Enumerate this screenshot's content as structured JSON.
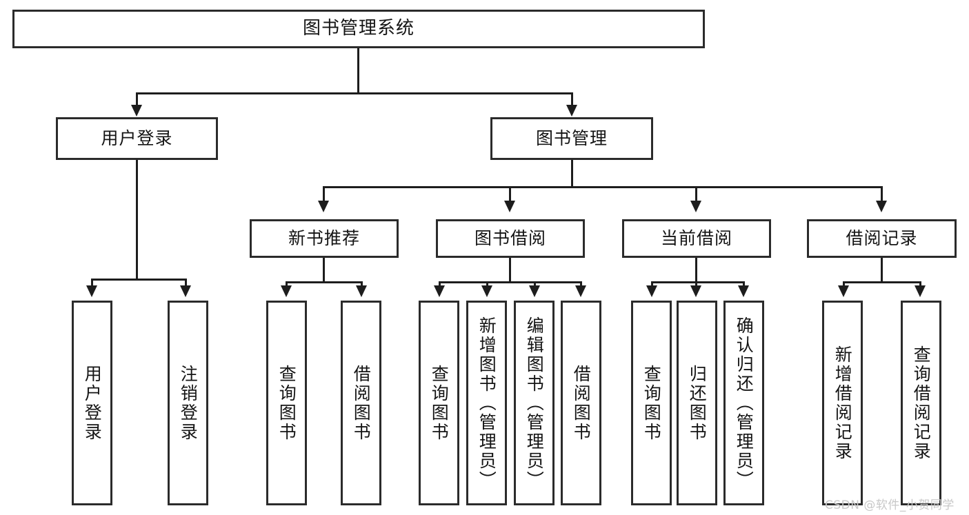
{
  "diagram": {
    "type": "tree-hierarchy",
    "title": "图书管理系统",
    "orientation": "top-down",
    "root": {
      "id": "root",
      "label": "图书管理系统"
    },
    "level2": [
      {
        "id": "user-login",
        "label": "用户登录"
      },
      {
        "id": "book-manage",
        "label": "图书管理"
      }
    ],
    "level3": [
      {
        "id": "new-book-recommend",
        "label": "新书推荐",
        "parent": "book-manage"
      },
      {
        "id": "book-borrow",
        "label": "图书借阅",
        "parent": "book-manage"
      },
      {
        "id": "current-borrow",
        "label": "当前借阅",
        "parent": "book-manage"
      },
      {
        "id": "borrow-record",
        "label": "借阅记录",
        "parent": "book-manage"
      }
    ],
    "leaves": {
      "user_login": [
        {
          "id": "leaf-user-login",
          "label": "用户登录"
        },
        {
          "id": "leaf-logout",
          "label": "注销登录"
        }
      ],
      "new_book_recommend": [
        {
          "id": "leaf-query-book-1",
          "label": "查询图书"
        },
        {
          "id": "leaf-borrow-book-1",
          "label": "借阅图书"
        }
      ],
      "book_borrow": [
        {
          "id": "leaf-query-book-2",
          "label": "查询图书"
        },
        {
          "id": "leaf-add-book",
          "label": "新增图书（管理员）"
        },
        {
          "id": "leaf-edit-book",
          "label": "编辑图书（管理员）"
        },
        {
          "id": "leaf-borrow-book-2",
          "label": "借阅图书"
        }
      ],
      "current_borrow": [
        {
          "id": "leaf-query-book-3",
          "label": "查询图书"
        },
        {
          "id": "leaf-return-book",
          "label": "归还图书"
        },
        {
          "id": "leaf-confirm-return",
          "label": "确认归还（管理员）"
        }
      ],
      "borrow_record": [
        {
          "id": "leaf-add-record",
          "label": "新增借阅记录"
        },
        {
          "id": "leaf-query-record",
          "label": "查询借阅记录"
        }
      ]
    }
  },
  "watermark": {
    "text": "CSDN @软件_小贺同学"
  },
  "colors": {
    "border": "#2b2b2b",
    "line": "#1d1d1d",
    "text": "#141414",
    "background": "#ffffff",
    "watermark": "#c8c8c8"
  }
}
